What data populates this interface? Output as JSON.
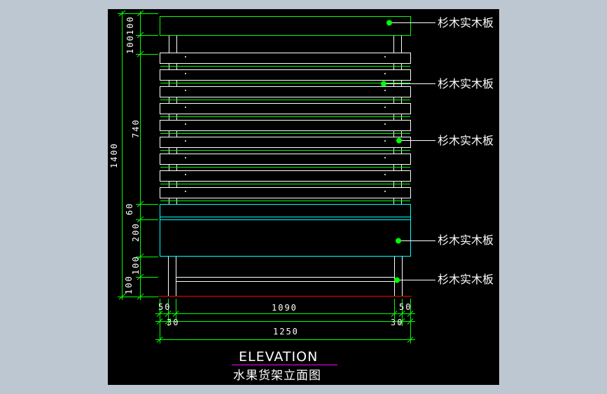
{
  "drawing": {
    "title_en": "ELEVATION",
    "title_cn": "水果货架立面图",
    "callouts": [
      "杉木实木板",
      "杉木实木板",
      "杉木实木板",
      "杉木实木板",
      "杉木实木板"
    ],
    "dimensions": {
      "left_vertical": [
        "100",
        "100",
        "740",
        "60",
        "200",
        "100",
        "100"
      ],
      "overall_height": "1400",
      "bottom_row1": [
        "50",
        "1090",
        "50"
      ],
      "bottom_row2": [
        "30",
        "30"
      ],
      "overall_width": "1250"
    },
    "colors": {
      "background": "#000000",
      "surround": "#bcc7d2",
      "outline": "#ffffff",
      "board": "#00ff00",
      "panel": "#00ffff",
      "dimension": "#00ff00",
      "ground": "#ff0000",
      "title_underline": "#ff00ff"
    }
  }
}
